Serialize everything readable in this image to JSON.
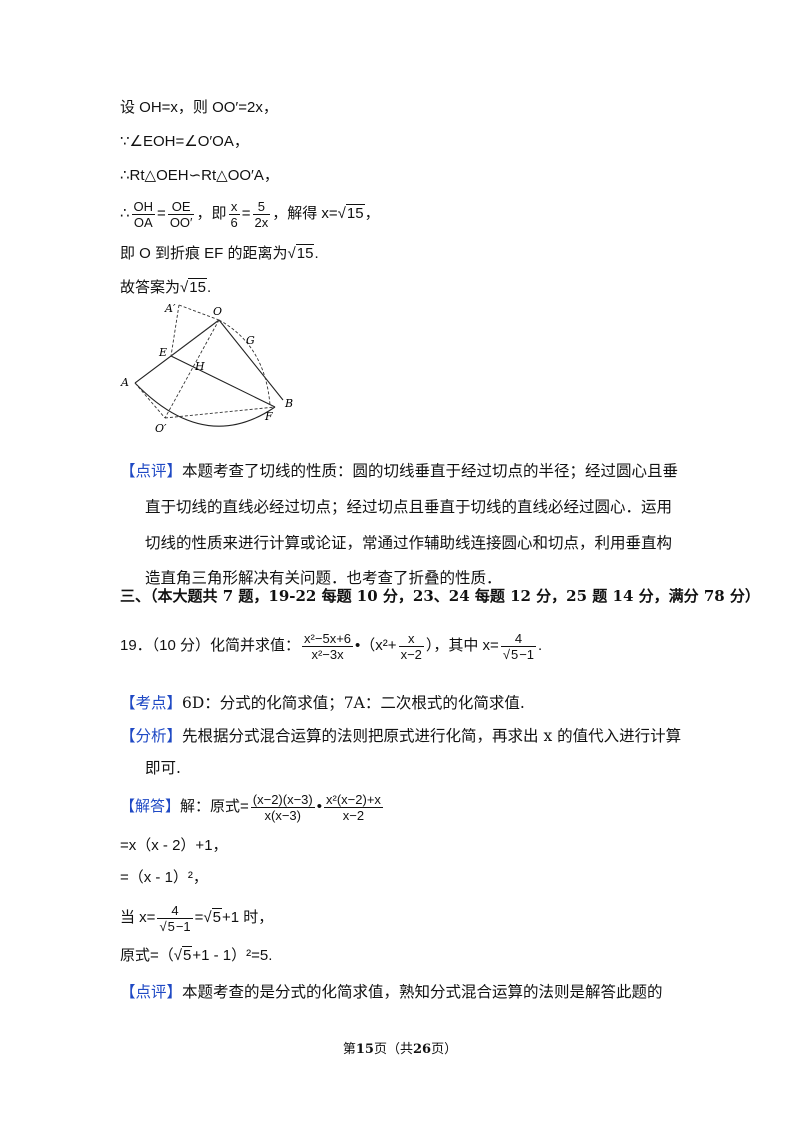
{
  "solution_lines": {
    "l1": "设 OH=x，则 OO′=2x，",
    "l2": "∵∠EOH=∠O′OA，",
    "l3": "∴Rt△OEH∽Rt△OO′A，",
    "l4_prefix": "∴",
    "l4_f1_num": "OH",
    "l4_f1_den": "OA",
    "l4_eq": "=",
    "l4_f2_num": "OE",
    "l4_f2_den": "OO′",
    "l4_mid": "，即",
    "l4_f3_num": "x",
    "l4_f3_den": "6",
    "l4_f4_num": "5",
    "l4_f4_den": "2x",
    "l4_suffix": "，解得 x=",
    "l4_root": "15",
    "l4_end": "，",
    "l5": "即 O 到折痕 EF 的距离为",
    "l5_root": "15",
    "l5_end": ".",
    "l6": "故答案为",
    "l6_root": "15",
    "l6_end": "."
  },
  "figure": {
    "labels": {
      "A1": "A′",
      "O": "O",
      "G": "G",
      "E": "E",
      "H": "H",
      "A": "A",
      "B": "B",
      "O1": "O′",
      "F": "F"
    }
  },
  "comment1": {
    "tag": "【点评】",
    "line1": "本题考查了切线的性质：圆的切线垂直于经过切点的半径；经过圆心且垂",
    "line2": "直于切线的直线必经过切点；经过切点且垂直于切线的直线必经过圆心．运用",
    "line3": "切线的性质来进行计算或论证，常通过作辅助线连接圆心和切点，利用垂直构",
    "line4": "造直角三角形解决有关问题．也考查了折叠的性质．"
  },
  "section_header": "三、（本大题共 7 题，19-22 每题 10 分，23、24 每题 12 分，25 题 14 分，满分 78 分）",
  "q19": {
    "number": "19．（10 分）化简并求值：",
    "f1_num": "x²−5x+6",
    "f1_den": "x²−3x",
    "dot": "•",
    "paren_open": "（x²+",
    "f2_num": "x",
    "f2_den": "x−2",
    "paren_close": "），其中 x=",
    "f3_num": "4",
    "f3_den_root": "5",
    "f3_den_rest": "−1",
    "end": "."
  },
  "kaodian": {
    "tag": "【考点】",
    "text": "6D：分式的化简求值；7A：二次根式的化简求值."
  },
  "fenxi": {
    "tag": "【分析】",
    "line1": "先根据分式混合运算的法则把原式进行化简，再求出 x 的值代入进行计算",
    "line2": "即可."
  },
  "jieda": {
    "tag": "【解答】",
    "prefix": "解：原式=",
    "f1_num": "(x−2)(x−3)",
    "f1_den": "x(x−3)",
    "dot": "•",
    "f2_num": "x²(x−2)+x",
    "f2_den": "x−2",
    "step1": "=x（x - 2）+1，",
    "step2": "=（x - 1）²，",
    "step3_prefix": "当 x=",
    "step3_num": "4",
    "step3_den_root": "5",
    "step3_den_rest": "−1",
    "step3_eq": "=",
    "step3_root": "5",
    "step3_end": "+1 时，",
    "step4_prefix": "原式=（",
    "step4_root": "5",
    "step4_end": "+1 - 1）²=5."
  },
  "comment2": {
    "tag": "【点评】",
    "text": "本题考查的是分式的化简求值，熟知分式混合运算的法则是解答此题的"
  },
  "footer": {
    "pre": "第",
    "page": "15",
    "mid": "页（共",
    "total": "26",
    "post": "页）"
  }
}
